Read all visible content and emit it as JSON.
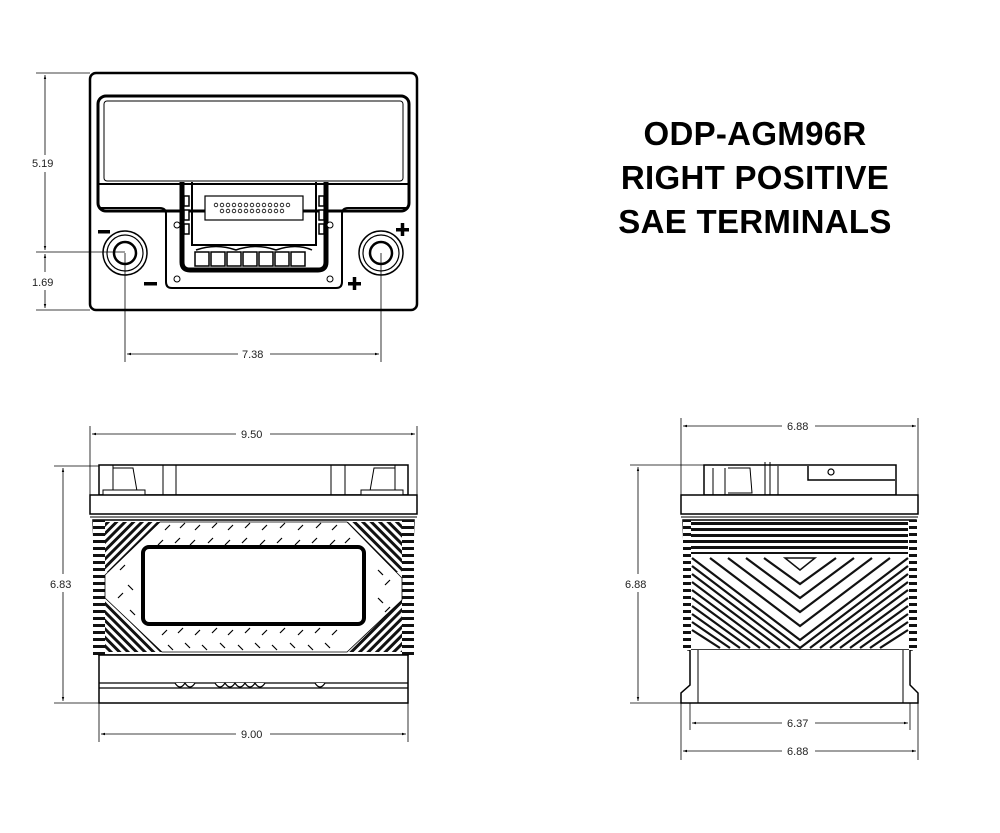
{
  "title": {
    "model": "ODP-AGM96R",
    "line2": "RIGHT POSITIVE",
    "line3": "SAE TERMINALS"
  },
  "top_view": {
    "dim_height_total": "5.19",
    "dim_terminal_offset": "1.69",
    "dim_terminal_spacing": "7.38",
    "negative_symbol": "−",
    "positive_symbol": "+"
  },
  "front_view": {
    "dim_top_width": "9.50",
    "dim_height": "6.83",
    "dim_base_width": "9.00"
  },
  "side_view": {
    "dim_top_width": "6.88",
    "dim_height": "6.88",
    "dim_inner_base_width": "6.37",
    "dim_base_width": "6.88"
  },
  "colors": {
    "line": "#000000",
    "background": "#ffffff"
  }
}
